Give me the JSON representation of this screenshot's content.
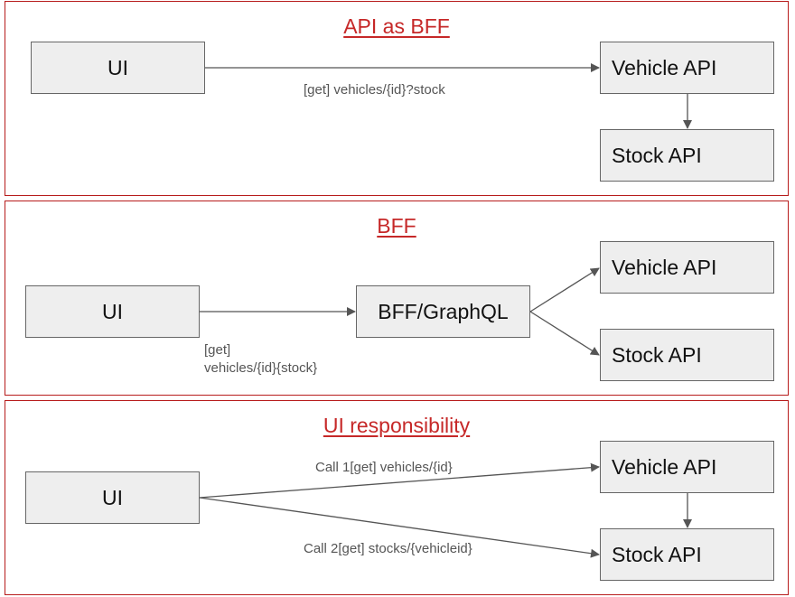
{
  "panels": {
    "api_as_bff": {
      "title": "API as BFF",
      "ui_label": "UI",
      "vehicle_api_label": "Vehicle API",
      "stock_api_label": "Stock API",
      "call_label": "[get] vehicles/{id}?stock"
    },
    "bff": {
      "title": "BFF",
      "ui_label": "UI",
      "bff_label": "BFF/GraphQL",
      "vehicle_api_label": "Vehicle API",
      "stock_api_label": "Stock API",
      "call_label_line1": "[get]",
      "call_label_line2": "vehicles/{id}{stock}"
    },
    "ui_responsibility": {
      "title": "UI responsibility",
      "ui_label": "UI",
      "vehicle_api_label": "Vehicle API",
      "stock_api_label": "Stock API",
      "call1_label": "Call 1[get] vehicles/{id}",
      "call2_label": "Call 2[get] stocks/{vehicleid}"
    }
  },
  "colors": {
    "panel_border": "#b71c1c",
    "title": "#c62828",
    "node_fill": "#eeeeee",
    "node_border": "#666666",
    "arrow": "#555555"
  }
}
